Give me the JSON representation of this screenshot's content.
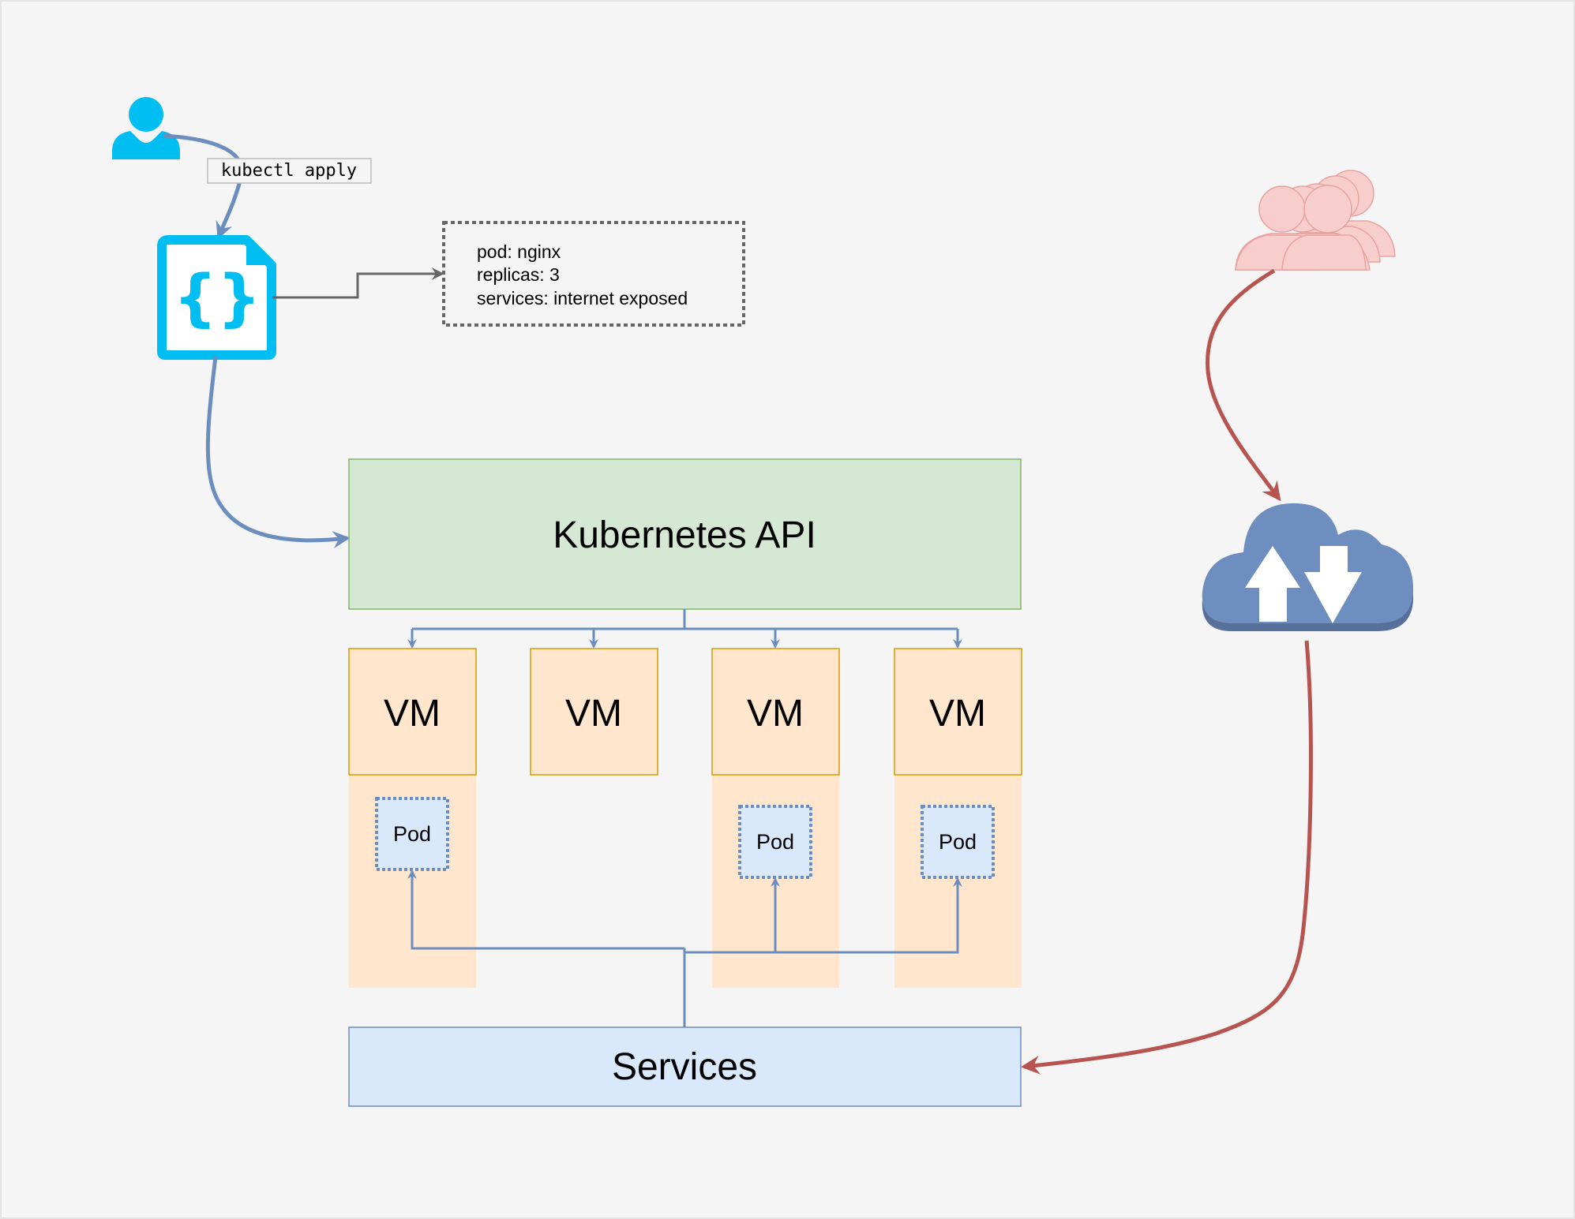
{
  "command_label": "kubectl apply",
  "manifest_lines": [
    "pod: nginx",
    "replicas: 3",
    "services: internet exposed"
  ],
  "api_label": "Kubernetes API",
  "vms": [
    {
      "label": "VM",
      "pod": "Pod"
    },
    {
      "label": "VM",
      "pod": ""
    },
    {
      "label": "VM",
      "pod": "Pod"
    },
    {
      "label": "VM",
      "pod": "Pod"
    }
  ],
  "services_label": "Services",
  "colors": {
    "background": "#f5f5f5",
    "user_icon": "#00bef2",
    "api_fill": "#d5e8d4",
    "api_stroke": "#82b366",
    "vm_fill": "#ffe6cc",
    "vm_stroke": "#d79b00",
    "pod_fill": "#dae8fc",
    "pod_stroke": "#6c8ebf",
    "services_fill": "#dae8fc",
    "services_stroke": "#6c8ebf",
    "flow_blue": "#6c8ebf",
    "flow_red": "#b85450",
    "users_fill": "#f8cecc",
    "cloud_fill": "#6d8ebf"
  },
  "icons": {
    "user": "user-icon",
    "manifest": "json-file-icon",
    "users": "users-group-icon",
    "cloud": "cloud-upload-download-icon"
  }
}
